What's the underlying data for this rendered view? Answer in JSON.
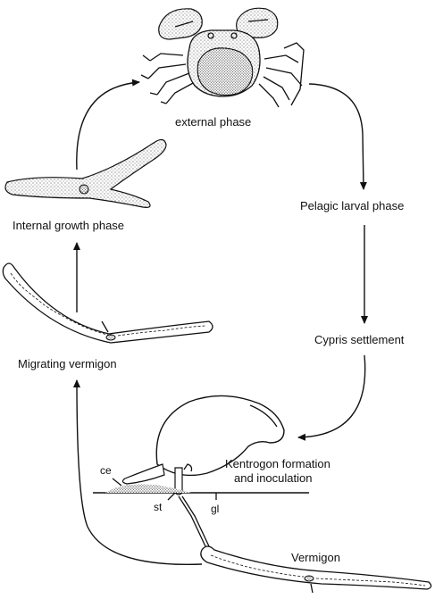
{
  "labels": {
    "external_phase": "external phase",
    "pelagic_larval_phase": "Pelagic larval phase",
    "cypris_settlement": "Cypris settlement",
    "kentrogon_line1": "Kentrogon formation",
    "kentrogon_line2": "and inoculation",
    "vermigon": "Vermigon",
    "migrating_vermigon": "Migrating vermigon",
    "internal_growth_phase": "Internal growth phase",
    "ce": "ce",
    "st": "st",
    "gl": "gl"
  },
  "colors": {
    "ink": "#111111",
    "background": "#ffffff"
  }
}
